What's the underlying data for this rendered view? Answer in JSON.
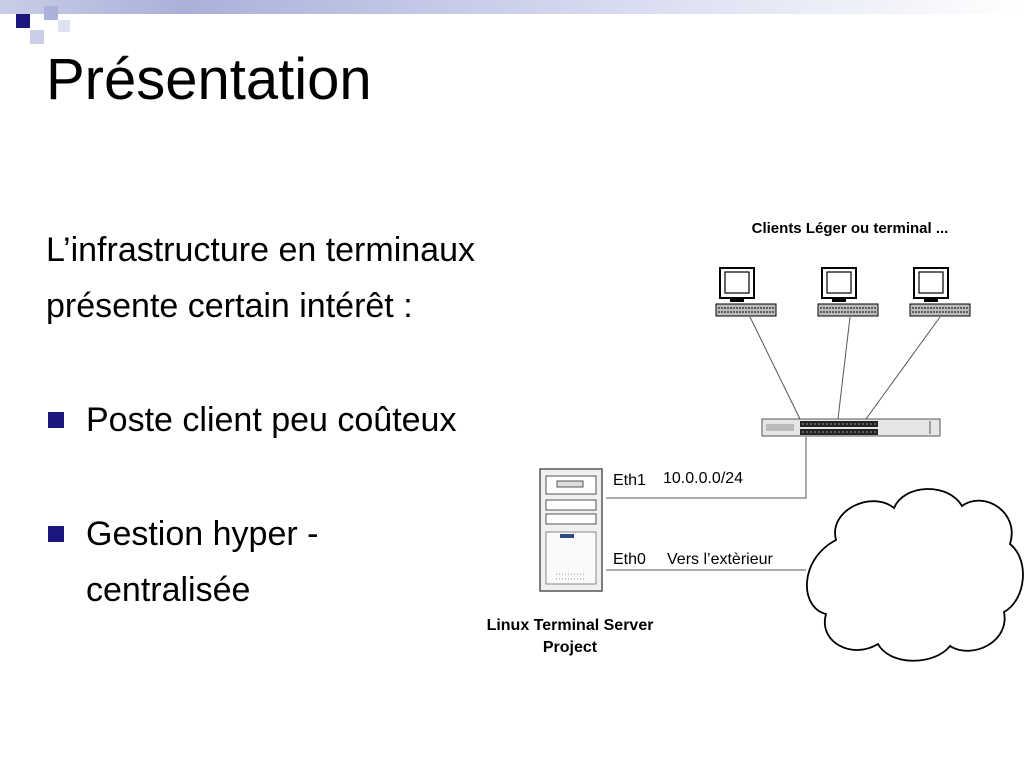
{
  "slide": {
    "title": "Présentation",
    "intro_lines": [
      "L’infrastructure en terminaux",
      "présente certain intérêt :"
    ],
    "bullets": [
      {
        "lines": [
          "Poste client peu coûteux"
        ]
      },
      {
        "lines": [
          "Gestion hyper -",
          "centralisée"
        ]
      }
    ],
    "colors": {
      "accent": "#1a1780",
      "top_bar": "#aab1da"
    }
  },
  "diagram": {
    "clients_label": "Clients Léger ou terminal ...",
    "eth1_label": "Eth1",
    "eth1_network": "10.0.0.0/24",
    "eth0_label": "Eth0",
    "eth0_dest": "Vers l’extèrieur",
    "server_label_lines": [
      "Linux Terminal Server",
      "Project"
    ],
    "icons": [
      "computer-icon",
      "network-switch-icon",
      "server-tower-icon",
      "cloud-icon"
    ]
  }
}
